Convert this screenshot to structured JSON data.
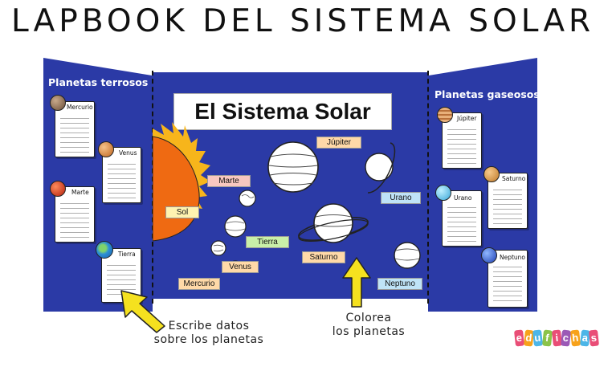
{
  "title": "LAPBOOK DEL SISTEMA SOLAR",
  "left_panel": {
    "heading": "Planetas terrosos",
    "cards": [
      "Mercurio",
      "Venus",
      "Marte",
      "Tierra"
    ]
  },
  "right_panel": {
    "heading": "Planetas gaseosos",
    "cards": [
      "Júpiter",
      "Saturno",
      "Urano",
      "Neptuno"
    ]
  },
  "center_panel": {
    "title": "El Sistema Solar",
    "labels": {
      "sol": "Sol",
      "mercurio": "Mercurio",
      "venus": "Venus",
      "tierra": "Tierra",
      "marte": "Marte",
      "jupiter": "Júpiter",
      "saturno": "Saturno",
      "urano": "Urano",
      "neptuno": "Neptuno"
    }
  },
  "captions": {
    "left_line1": "Escribe datos",
    "left_line2": "sobre los planetas",
    "right_line1": "Colorea",
    "right_line2": "los planetas"
  },
  "logo": {
    "letters": [
      "e",
      "d",
      "u",
      "f",
      "i",
      "c",
      "h",
      "a",
      "s"
    ],
    "colors": [
      "#e94e77",
      "#f7a21b",
      "#4cb6e8",
      "#8bc34a",
      "#e94e77",
      "#9b59b6",
      "#f7a21b",
      "#4cb6e8",
      "#e94e77"
    ]
  },
  "colors": {
    "panel": "#2b3aa6",
    "arrow": "#f5e11f",
    "sun": "#ef6a12"
  }
}
